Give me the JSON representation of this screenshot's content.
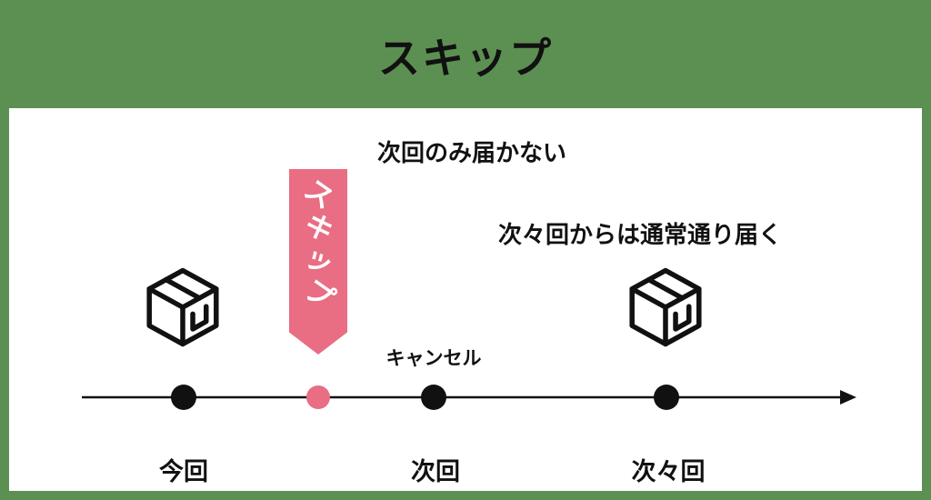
{
  "colors": {
    "green": "#5c9052",
    "pink": "#e96d83",
    "ink": "#111111",
    "panel": "#ffffff"
  },
  "header": {
    "title": "スキップ"
  },
  "panel": {
    "note_next": "次回のみ届かない",
    "note_after_next": "次々回からは通常通り届く",
    "ribbon": {
      "label": "スキップ",
      "chars": [
        "ス",
        "キ",
        "ッ",
        "プ"
      ]
    },
    "cancel_label": "キャンセル",
    "timeline": {
      "points": [
        {
          "label": "今回"
        },
        {
          "label": ""
        },
        {
          "label": "次回"
        },
        {
          "label": "次々回"
        }
      ]
    }
  }
}
